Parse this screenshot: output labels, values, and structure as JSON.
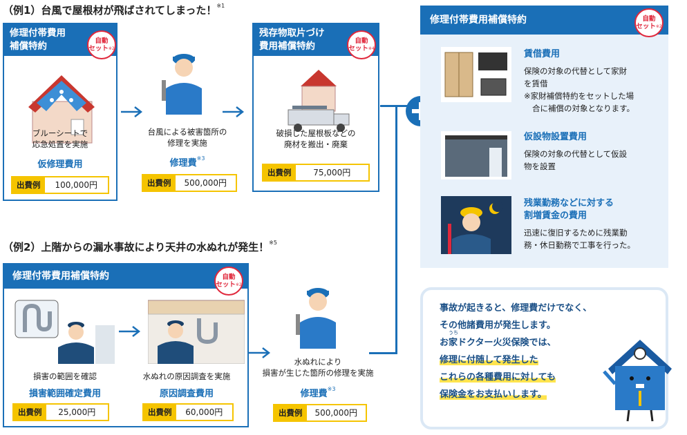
{
  "ex1": {
    "heading": "（例1）台風で屋根材が飛ばされてしまった！",
    "heading_note": "※1",
    "card1": {
      "title_line1": "修理付帯費用",
      "title_line2": "補償特約",
      "badge_line1": "自動",
      "badge_line2": "セット",
      "badge_note": "※2",
      "caption_line1": "ブルーシートで",
      "caption_line2": "応急処置を実施",
      "cost_name": "仮修理費用",
      "cost_label": "出費例",
      "cost_value": "100,000円"
    },
    "middle": {
      "caption_line1": "台風による被害箇所の",
      "caption_line2": "修理を実施",
      "cost_name": "修理費",
      "cost_note": "※3",
      "cost_label": "出費例",
      "cost_value": "500,000円"
    },
    "card2": {
      "title_line1": "残存物取片づけ",
      "title_line2": "費用補償特約",
      "badge_line1": "自動",
      "badge_line2": "セット",
      "badge_note": "※4",
      "caption_line1": "破損した屋根板などの",
      "caption_line2": "廃材を搬出・廃棄",
      "cost_label": "出費例",
      "cost_value": "75,000円"
    }
  },
  "ex2": {
    "heading": "（例2）上階からの漏水事故により天井の水ぬれが発生！",
    "heading_note": "※5",
    "card": {
      "title": "修理付帯費用補償特約",
      "badge_line1": "自動",
      "badge_line2": "セット",
      "badge_note": "※2",
      "item1": {
        "caption": "損害の範囲を確認",
        "cost_name": "損害範囲確定費用",
        "cost_label": "出費例",
        "cost_value": "25,000円"
      },
      "item2": {
        "caption": "水ぬれの原因調査を実施",
        "cost_name": "原因調査費用",
        "cost_label": "出費例",
        "cost_value": "60,000円"
      }
    },
    "middle": {
      "caption_line1": "水ぬれにより",
      "caption_line2": "損害が生じた箇所の修理を実施",
      "cost_name": "修理費",
      "cost_note": "※3",
      "cost_label": "出費例",
      "cost_value": "500,000円"
    }
  },
  "right_panel": {
    "title": "修理付帯費用補償特約",
    "badge_line1": "自動",
    "badge_line2": "セット",
    "badge_note": "※2",
    "item1": {
      "title": "賃借費用",
      "desc_line1": "保険の対象の代替として家財",
      "desc_line2": "を賃借",
      "desc_line3": "※家財補償特約をセットした場",
      "desc_line4": "合に補償の対象となります。"
    },
    "item2": {
      "title": "仮設物設置費用",
      "desc_line1": "保険の対象の代替として仮設",
      "desc_line2": "物を設置"
    },
    "item3": {
      "title_line1": "残業勤務などに対する",
      "title_line2": "割増賃金の費用",
      "desc_line1": "迅速に復旧するために残業勤",
      "desc_line2": "務・休日勤務で工事を行った。"
    }
  },
  "message": {
    "line1": "事故が起きると、修理費だけでなく、",
    "line2": "その他諸費用が発生します。",
    "line3": "お家ドクター火災保険では、",
    "line3_ruby": "うち",
    "line4": "修理に付随して発生した",
    "line5": "これらの各種費用に対しても",
    "line6": "保険金をお支払いします。"
  },
  "colors": {
    "primary": "#1a6fb7",
    "accent_yellow": "#f5c400",
    "badge_red": "#e0283c",
    "panel_bg": "#e8f1fa"
  }
}
